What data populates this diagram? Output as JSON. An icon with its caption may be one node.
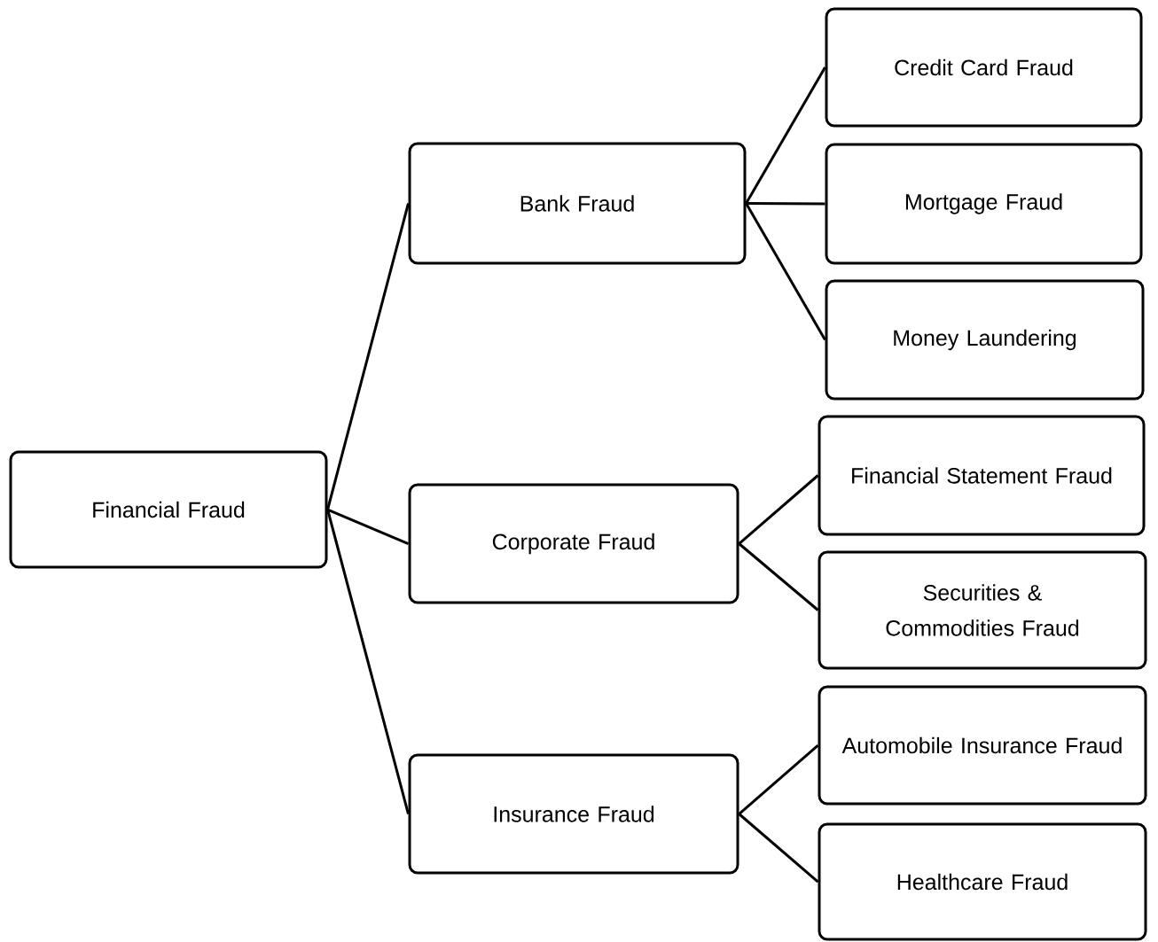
{
  "diagram": {
    "nodes": [
      {
        "text": [
          "Financial Fraud"
        ]
      },
      {
        "text": [
          "Bank Fraud"
        ]
      },
      {
        "text": [
          "Corporate Fraud"
        ]
      },
      {
        "text": [
          "Insurance Fraud"
        ]
      },
      {
        "text": [
          "Credit Card Fraud"
        ]
      },
      {
        "text": [
          "Mortgage Fraud"
        ]
      },
      {
        "text": [
          "Money Laundering"
        ]
      },
      {
        "text": [
          "Financial Statement Fraud"
        ]
      },
      {
        "text": [
          "Securities & Commodities Fraud"
        ]
      },
      {
        "text": [
          "Automobile Insurance Fraud"
        ]
      },
      {
        "text": [
          "Healthcare Fraud"
        ]
      }
    ],
    "edges": [
      {
        "from": 0,
        "to": 1,
        "arrow": "none"
      },
      {
        "from": 0,
        "to": 2,
        "arrow": "none"
      },
      {
        "from": 0,
        "to": 3,
        "arrow": "none"
      },
      {
        "from": 1,
        "to": 4,
        "arrow": "none"
      },
      {
        "from": 1,
        "to": 5,
        "arrow": "none"
      },
      {
        "from": 1,
        "to": 6,
        "arrow": "none"
      },
      {
        "from": 2,
        "to": 7,
        "arrow": "none"
      },
      {
        "from": 2,
        "to": 8,
        "arrow": "none"
      },
      {
        "from": 3,
        "to": 9,
        "arrow": "none"
      },
      {
        "from": 3,
        "to": 10,
        "arrow": "none"
      }
    ]
  }
}
